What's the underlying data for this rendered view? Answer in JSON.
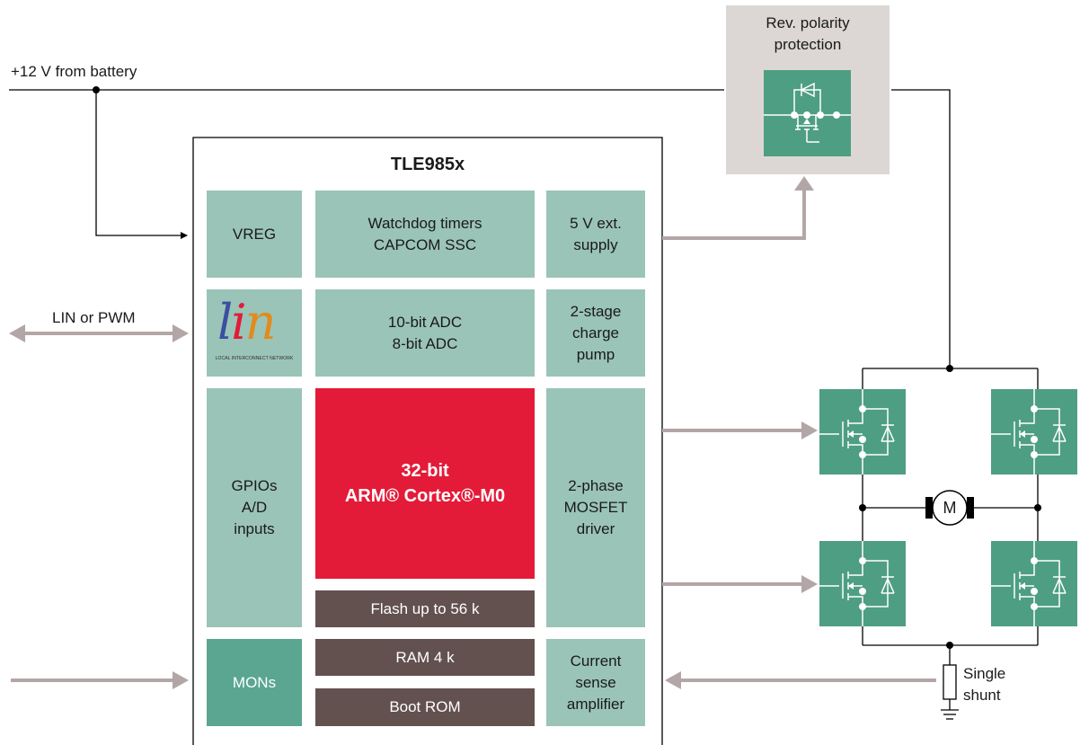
{
  "battery_label": "+12 V from battery",
  "lin_pwm_label": "LIN or PWM",
  "chip": {
    "title": "TLE985x",
    "vreg": "VREG",
    "watchdog": "Watchdog timers\nCAPCOM SSC",
    "ext_supply": "5 V ext.\nsupply",
    "lin_logo_text": "lin",
    "lin_logo_caption": "LOCAL INTERCONNECT NETWORK",
    "adc": "10-bit ADC\n8-bit ADC",
    "charge_pump": "2-stage\ncharge\npump",
    "gpio": "GPIOs\nA/D\ninputs",
    "cpu_line1": "32-bit",
    "cpu_line2": "ARM® Cortex®-M0",
    "mosfet_driver": "2-phase\nMOSFET\ndriver",
    "flash": "Flash up to 56 k",
    "mons": "MONs",
    "ram": "RAM 4 k",
    "boot_rom": "Boot ROM",
    "current_sense": "Current\nsense\namplifier"
  },
  "rev_polarity_label": "Rev. polarity\nprotection",
  "motor_label": "M",
  "shunt_label": "Single\nshunt",
  "colors": {
    "light_teal": "#9ac4b7",
    "dark_teal": "#5aa690",
    "mosfet_green": "#4e9e83",
    "memory_brown": "#62514f",
    "cpu_red": "#e31b38",
    "arrow_gray": "#b3a6a6",
    "protection_bg": "#dcd7d5"
  }
}
